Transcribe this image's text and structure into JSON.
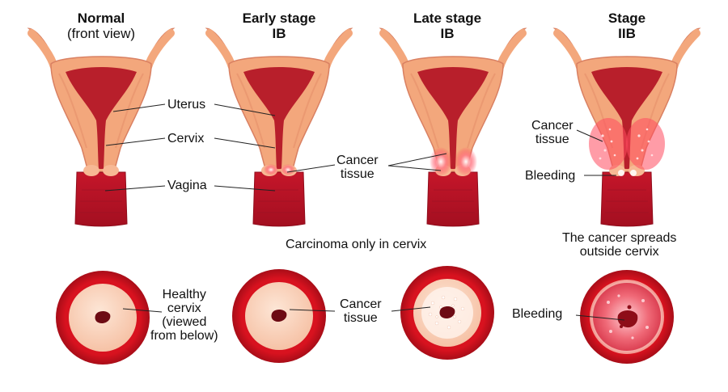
{
  "stages": [
    {
      "title_line1": "Normal",
      "title_line2": "(front view)",
      "line2_bold": false
    },
    {
      "title_line1": "Early stage",
      "title_line2": "IB",
      "line2_bold": true
    },
    {
      "title_line1": "Late stage",
      "title_line2": "IB",
      "line2_bold": true
    },
    {
      "title_line1": "Stage",
      "title_line2": "IIB",
      "line2_bold": true
    }
  ],
  "labels": {
    "uterus": "Uterus",
    "cervix": "Cervix",
    "vagina": "Vagina",
    "cancer_tissue_line1": "Cancer",
    "cancer_tissue_line2": "tissue",
    "bleeding": "Bleeding",
    "healthy_line1": "Healthy",
    "healthy_line2": "cervix",
    "healthy_line3": "(viewed",
    "healthy_line4": "from below)"
  },
  "captions": {
    "carcinoma": "Carcinoma only in cervix",
    "spreads_line1": "The cancer spreads",
    "spreads_line2": "outside cervix"
  },
  "colors": {
    "tissue": "#f3a77c",
    "tissue_dark": "#e07a55",
    "cavity": "#b81f2b",
    "deep_red": "#c8102e",
    "pale": "#fbd9c4",
    "cancer_glow": "#ff5a6a"
  }
}
